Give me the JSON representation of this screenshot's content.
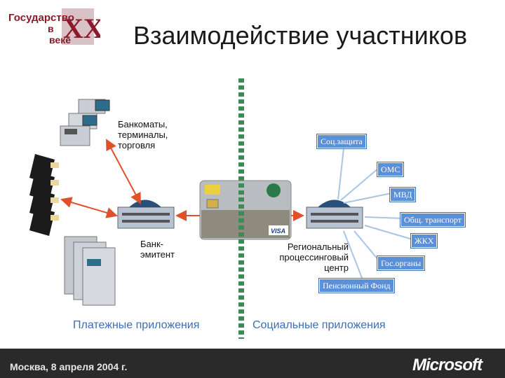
{
  "title": "Взаимодействие участников",
  "logo": {
    "line1": "Государство",
    "line2": "в",
    "line3": "веке",
    "numeral": "XXI"
  },
  "labels": {
    "atm": [
      "Банкоматы,",
      "терминалы,",
      "торговля"
    ],
    "issuer": [
      "Банк-",
      "эмитент"
    ],
    "regional": [
      "Региональный",
      "процессинговый",
      "центр"
    ]
  },
  "social_nodes": [
    "Соц.защита",
    "ОМС",
    "МВД",
    "Общ. транспорт",
    "ЖКХ",
    "Гос.органы",
    "Пенсионный Фонд"
  ],
  "card": {
    "brand": "VISA"
  },
  "sections": {
    "left": "Платежные приложения",
    "right": "Социальные приложения"
  },
  "footer": {
    "text": "Москва, 8 апреля 2004 г.",
    "brand": "Microsoft"
  },
  "colors": {
    "accent": "#5b8fd6",
    "arrow": "#e0502a",
    "divider": "#3c8a54",
    "logo": "#8b1a2b"
  }
}
